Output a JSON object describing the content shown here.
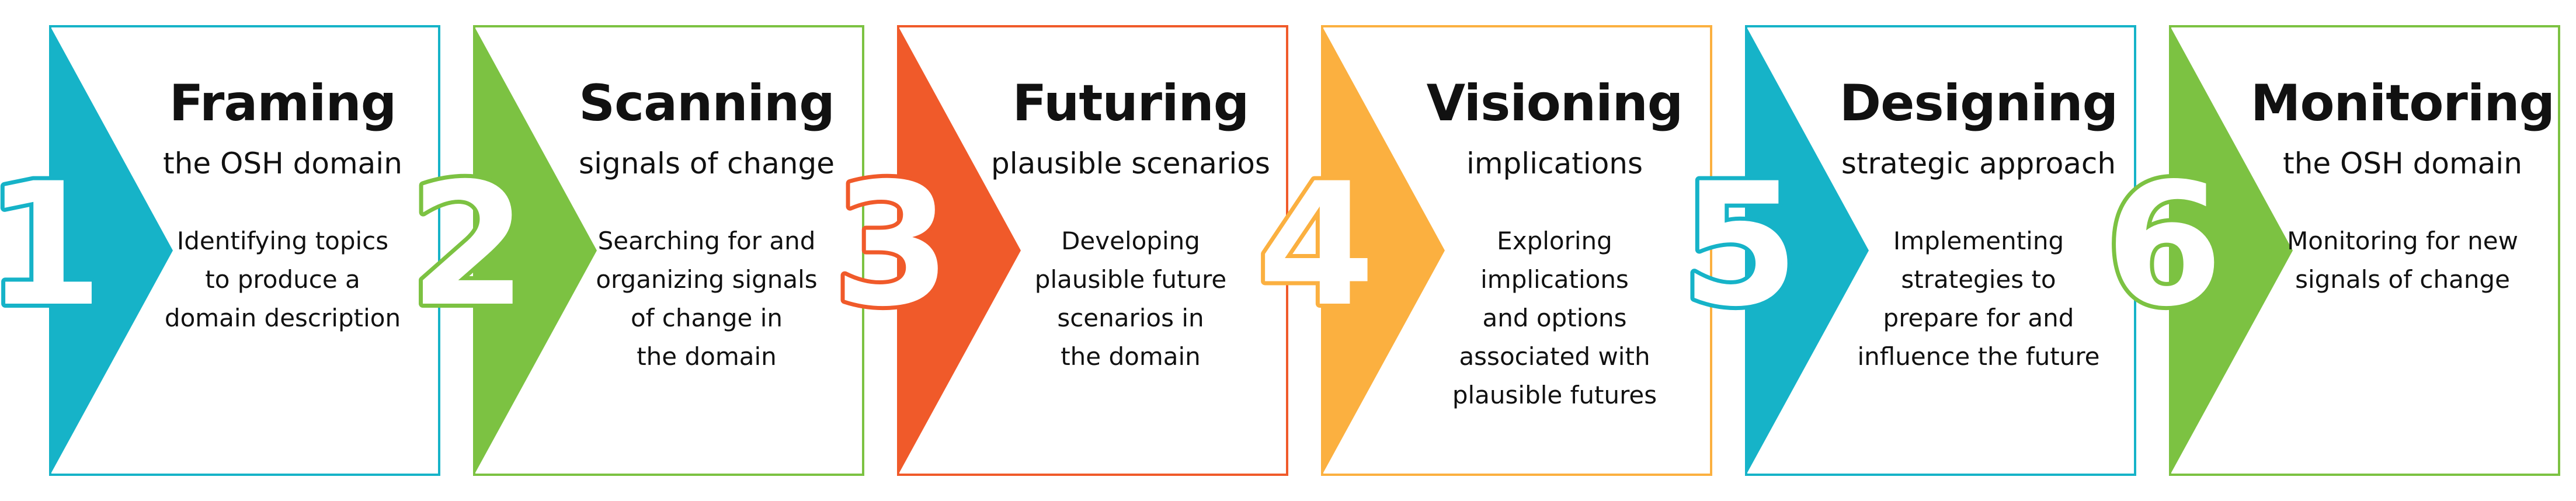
{
  "stages": [
    {
      "number": "1",
      "title": "Framing",
      "subtitle": "the OSH domain",
      "description": [
        "Identifying topics",
        "to produce a",
        "domain description"
      ],
      "color": "#16b3c8"
    },
    {
      "number": "2",
      "title": "Scanning",
      "subtitle": "signals of change",
      "description": [
        "Searching for and",
        "organizing signals",
        "of change in",
        "the domain"
      ],
      "color": "#7cc242"
    },
    {
      "number": "3",
      "title": "Futuring",
      "subtitle": "plausible scenarios",
      "description": [
        "Developing",
        "plausible future",
        "scenarios in",
        "the domain"
      ],
      "color": "#f05a2a"
    },
    {
      "number": "4",
      "title": "Visioning",
      "subtitle": "implications",
      "description": [
        "Exploring",
        "implications",
        "and options",
        "associated with",
        "plausible futures"
      ],
      "color": "#fbb040"
    },
    {
      "number": "5",
      "title": "Designing",
      "subtitle": "strategic approach",
      "description": [
        "Implementing",
        "strategies to",
        "prepare for and",
        "influence the future"
      ],
      "color": "#16b3c8"
    },
    {
      "number": "6",
      "title": "Monitoring",
      "subtitle": "the OSH domain",
      "description": [
        "Monitoring for new",
        "signals of change"
      ],
      "color": "#7cc242"
    }
  ]
}
